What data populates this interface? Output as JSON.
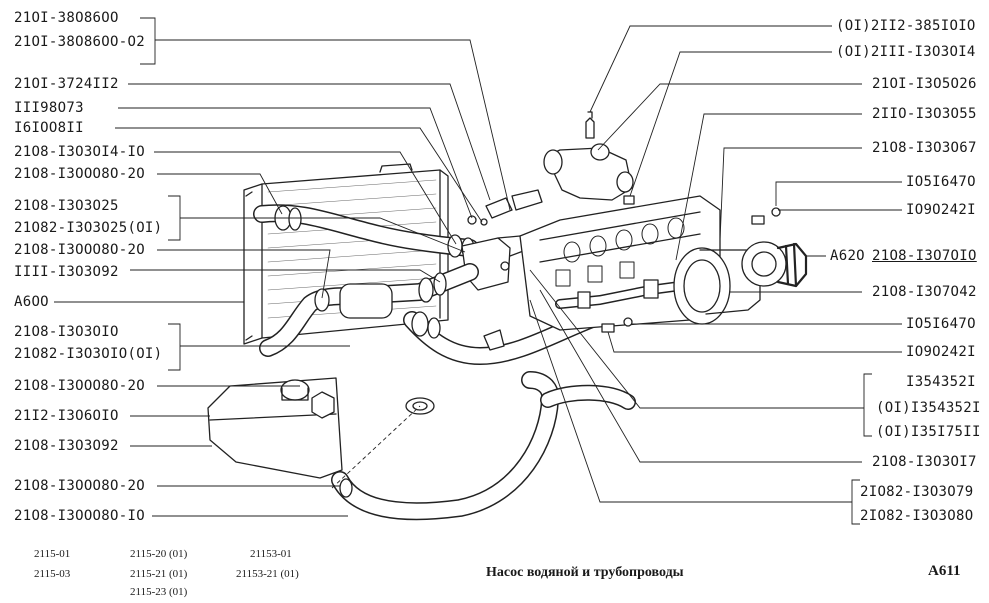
{
  "left_labels": [
    "21OI-38O86OO",
    "21OI-38O86OO-O2",
    "21OI-3724II2",
    "III98O73",
    "I6IOO8II",
    "21O8-I3O3OI4-IO",
    "21O8-I3OOO8O-2O",
    "21O8-I3O3O25",
    "21O82-I3O3O25(OI)",
    "21O8-I3OOO8O-2O",
    "IIII-I3O3O92",
    "A6OO",
    "21O8-I3O3OIO",
    "21O82-I3O3OIO(OI)",
    "21O8-I3OOO8O-2O",
    "21I2-I3O6OIO",
    "21O8-I3O3O92",
    "21O8-I3OOO8O-2O",
    "21O8-I3OOO8O-IO"
  ],
  "right_labels": [
    "(OI)2II2-385IOIO",
    "(OI)2III-I3O3OI4",
    "21OI-I3O5O26",
    "2IIO-I3O3O55",
    "21O8-I3O3O67",
    "IO5I647O",
    "IO9O242I",
    "A62O",
    "21O8-I3O7OIO",
    "21O8-I3O7O42",
    "IO5I647O",
    "IO9O242I",
    "I354352I",
    "(OI)I354352I",
    "(OI)I35I75II",
    "21O8-I3O3OI7",
    "2IO82-I3O3O79",
    "2IO82-I3O3O8O"
  ],
  "footer": {
    "models": [
      "2115-01",
      "2115-03",
      "2115-20 (01)",
      "2115-21 (01)",
      "2115-23 (01)",
      "21153-01",
      "21153-21 (01)"
    ],
    "title": "Насос водяной и трубопроводы",
    "code": "A611"
  }
}
